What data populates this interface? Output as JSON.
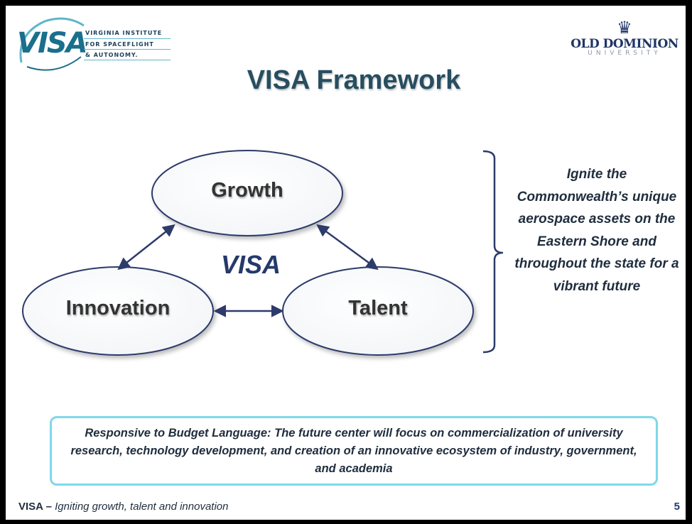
{
  "logos": {
    "visa": {
      "word": "VISA",
      "line1": "VIRGINIA INSTITUTE",
      "line2": "FOR SPACEFLIGHT",
      "line3": "& AUTONOMY."
    },
    "odu": {
      "name": "OLD DOMINION",
      "sub": "UNIVERSITY"
    }
  },
  "title": "VISA Framework",
  "diagram": {
    "nodes": {
      "growth": "Growth",
      "innovation": "Innovation",
      "talent": "Talent"
    },
    "center": "VISA",
    "side_text": "Ignite the Commonwealth’s unique aerospace assets on the Eastern Shore and throughout the state for a vibrant future"
  },
  "budget_note": "Responsive to Budget Language: The future center will focus on commercialization of university research, technology development, and creation of an innovative ecosystem of industry, government, and academia",
  "footer": {
    "prefix": "VISA – ",
    "tagline": "Igniting growth, talent and innovation",
    "page": "5"
  },
  "colors": {
    "title": "#274e60",
    "ellipse_stroke": "#2d3b6b",
    "box_border": "#7fd8e8"
  }
}
